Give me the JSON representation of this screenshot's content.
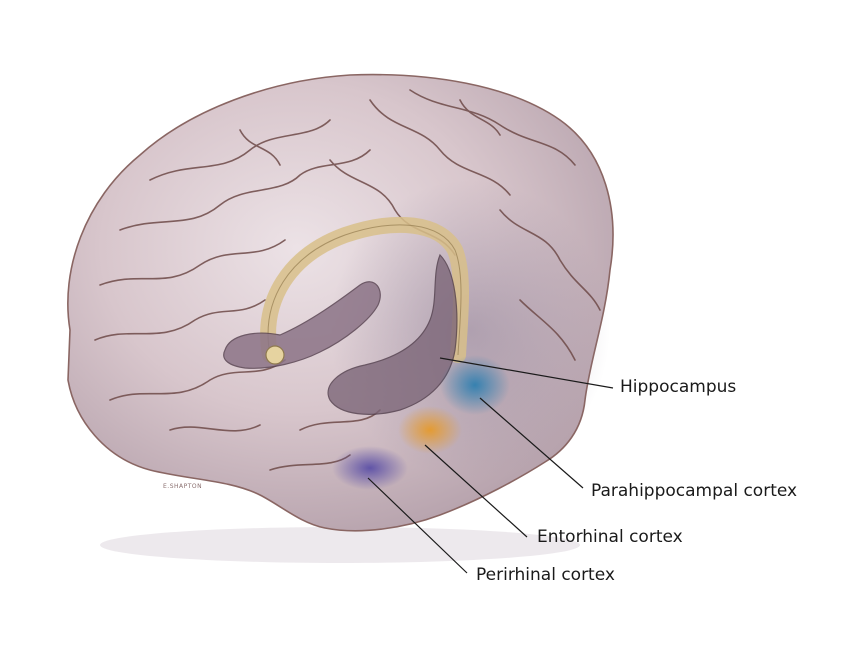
{
  "labels": {
    "hippocampus": "Hippocampus",
    "parahippocampal": "Parahippocampal cortex",
    "entorhinal": "Entorhinal cortex",
    "perirhinal": "Perirhinal cortex"
  },
  "artist_signature": "E.SHAPTON",
  "colors": {
    "brain_fill": "#d8c6cc",
    "brain_shadow": "#a899a8",
    "sulcus": "#6e4a48",
    "hippocampus": "#7d6779",
    "fornix": "#d8c08a",
    "parahippocampal": "#2f7fb0",
    "entorhinal": "#e59a2c",
    "perirhinal": "#5b4fa6"
  }
}
